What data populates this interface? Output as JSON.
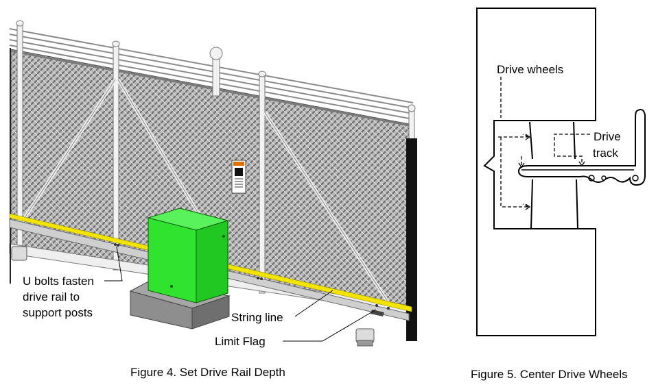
{
  "figure4": {
    "caption": "Figure 4. Set Drive Rail Depth",
    "labels": {
      "u_bolts_line1": "U bolts fasten",
      "u_bolts_line2": "drive rail to",
      "u_bolts_line3": "support posts",
      "string_line": "String line",
      "limit_flag": "Limit Flag"
    },
    "colors": {
      "operator_box": "#2fe32f",
      "string_line": "#f3e400",
      "base_pad": "#8e8e8e",
      "mesh": "#9a9a9a"
    }
  },
  "figure5": {
    "caption": "Figure 5. Center Drive Wheels",
    "labels": {
      "drive_wheels": "Drive wheels",
      "drive_line1": "Drive",
      "drive_line2": "track"
    }
  }
}
